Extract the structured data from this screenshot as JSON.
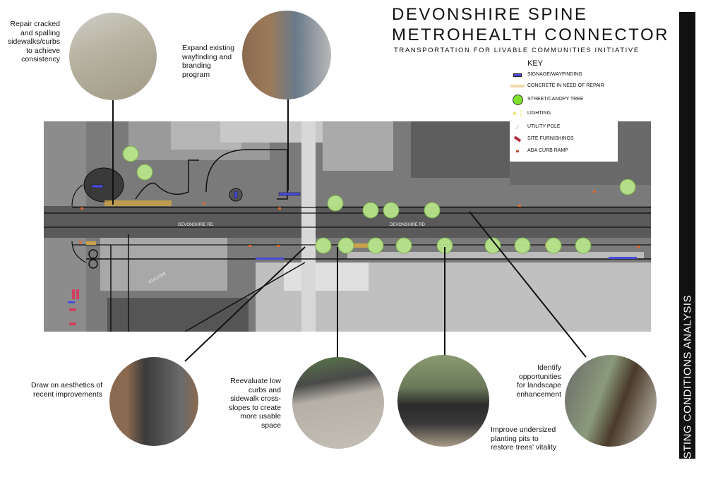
{
  "header": {
    "title_line1": "DEVONSHIRE SPINE",
    "title_line2": "METROHEALTH CONNECTOR",
    "subtitle": "TRANSPORTATION FOR LIVABLE COMMUNITIES INITIATIVE"
  },
  "sidebar": {
    "label": "EXISTING CONDITIONS ANALYSIS"
  },
  "key": {
    "title": "KEY",
    "items": [
      {
        "label": "SIGNAGE/WAYFINDING",
        "icon": "signage-icon",
        "color": "#4a4adb"
      },
      {
        "label": "CONCRETE IN NEED OF REPAIR",
        "icon": "concrete-hatch-icon",
        "color": "#e8c98a"
      },
      {
        "label": "STREET/CANOPY TREE",
        "icon": "tree-icon",
        "color": "#8ee04a"
      },
      {
        "label": "LIGHTING",
        "icon": "lighting-icon",
        "color": "#e8e020"
      },
      {
        "label": "UTILITY POLE",
        "icon": "utility-pole-icon",
        "color": "#888888"
      },
      {
        "label": "SITE FURNISHINGS",
        "icon": "site-furnishings-icon",
        "color": "#b03040"
      },
      {
        "label": "ADA CURB RAMP",
        "icon": "ada-ramp-icon",
        "color": "#d06030"
      }
    ]
  },
  "map": {
    "street_label_1": "DEVONSHIRE RD",
    "street_label_2": "DEVONSHIRE RD",
    "parcel_label": "01417008"
  },
  "annotations": [
    {
      "text": "Repair cracked and spalling sidewalks/curbs to achieve consistency"
    },
    {
      "text": "Expand existing wayfinding and branding program"
    },
    {
      "text": "Draw on aesthetics of recent improvements"
    },
    {
      "text": "Reevaluate low curbs and sidewalk cross-slopes to create more usable space"
    },
    {
      "text": "Identify opportunities for landscape enhancement"
    },
    {
      "text": "Improve undersized planting pits to restore trees' vitality"
    }
  ]
}
